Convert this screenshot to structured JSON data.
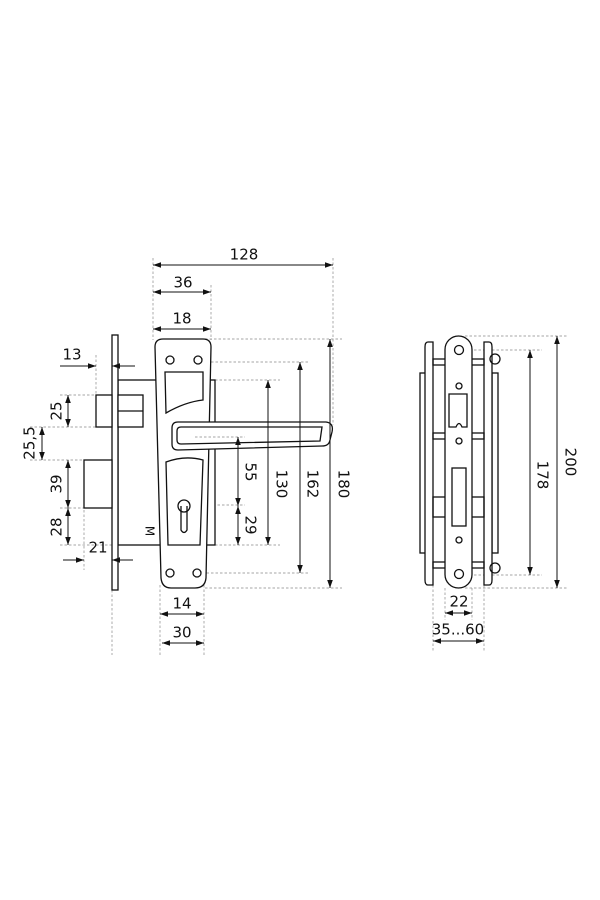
{
  "drawing": {
    "front_view": {
      "dimensions": {
        "overall_width": "128",
        "handle_plate_width": "36",
        "escutcheon_hole_spacing_top": "18",
        "faceplate_to_backset": "13",
        "latch_height": "25",
        "latch_to_bolt": "25,5",
        "bolt_height": "39",
        "bolt_to_bottom": "28",
        "bolt_projection": "21",
        "escutcheon_hole_spacing_bottom": "14",
        "escutcheon_bottom_width": "30",
        "handle_to_cylinder": "55",
        "cylinder_to_bottom": "29",
        "lock_body_height": "130",
        "hole_center_distance": "162",
        "escutcheon_height": "180",
        "cylinder_mark": "M"
      }
    },
    "side_view": {
      "dimensions": {
        "screw_distance": "178",
        "faceplate_height": "200",
        "faceplate_width": "22",
        "door_thickness_range": "35...60"
      }
    }
  }
}
